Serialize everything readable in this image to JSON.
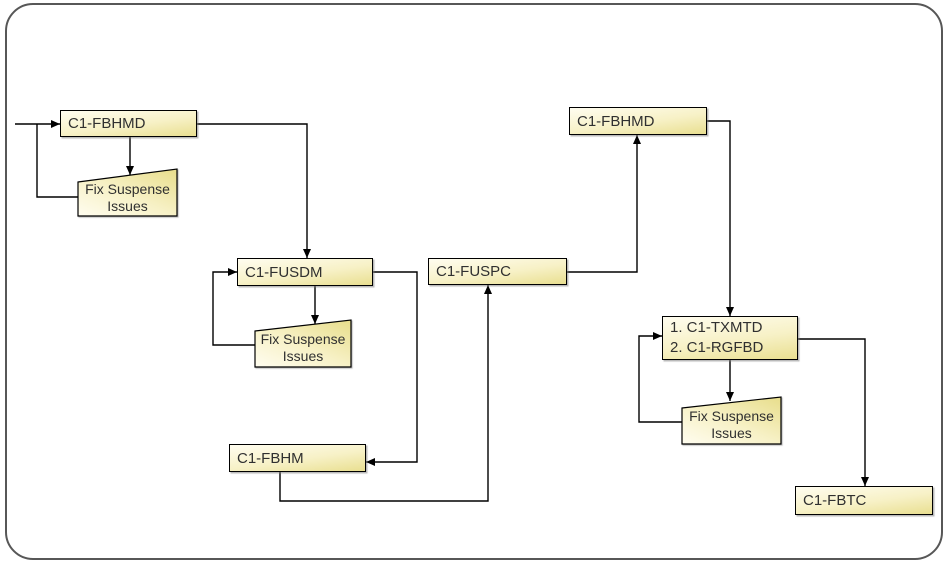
{
  "colors": {
    "background": "#ffffff",
    "frame_border": "#575757",
    "connector": "#000000",
    "node_border": "#000000",
    "node_fill_top": "#fffdf0",
    "node_fill_mid": "#f7f1c6",
    "node_fill_bottom": "#e9df90",
    "text": "#303030"
  },
  "nodes": {
    "fbhmd_left": {
      "label": "C1-FBHMD"
    },
    "fix_suspense_1": {
      "line1": "Fix Suspense",
      "line2": "Issues"
    },
    "fusdm": {
      "label": "C1-FUSDM"
    },
    "fix_suspense_2": {
      "line1": "Fix Suspense",
      "line2": "Issues"
    },
    "fuspc": {
      "label": "C1-FUSPC"
    },
    "fbhmd_right": {
      "label": "C1-FBHMD"
    },
    "fbhm": {
      "label": "C1-FBHM"
    },
    "txmtd_rgfbd": {
      "line1": "1. C1-TXMTD",
      "line2": "2. C1-RGFBD"
    },
    "fix_suspense_3": {
      "line1": "Fix Suspense",
      "line2": "Issues"
    },
    "fbtc": {
      "label": "C1-FBTC"
    }
  },
  "edges": [
    {
      "from": "start",
      "to": "fbhmd_left"
    },
    {
      "from": "fbhmd_left",
      "to": "fix_suspense_1"
    },
    {
      "from": "fix_suspense_1",
      "to": "fbhmd_left"
    },
    {
      "from": "fbhmd_left",
      "to": "fusdm"
    },
    {
      "from": "fusdm",
      "to": "fix_suspense_2"
    },
    {
      "from": "fix_suspense_2",
      "to": "fusdm"
    },
    {
      "from": "fusdm",
      "to": "fbhm"
    },
    {
      "from": "fbhm",
      "to": "fuspc"
    },
    {
      "from": "fuspc",
      "to": "fbhmd_right"
    },
    {
      "from": "fbhmd_right",
      "to": "txmtd_rgfbd"
    },
    {
      "from": "txmtd_rgfbd",
      "to": "fix_suspense_3"
    },
    {
      "from": "fix_suspense_3",
      "to": "txmtd_rgfbd"
    },
    {
      "from": "txmtd_rgfbd",
      "to": "fbtc"
    }
  ]
}
